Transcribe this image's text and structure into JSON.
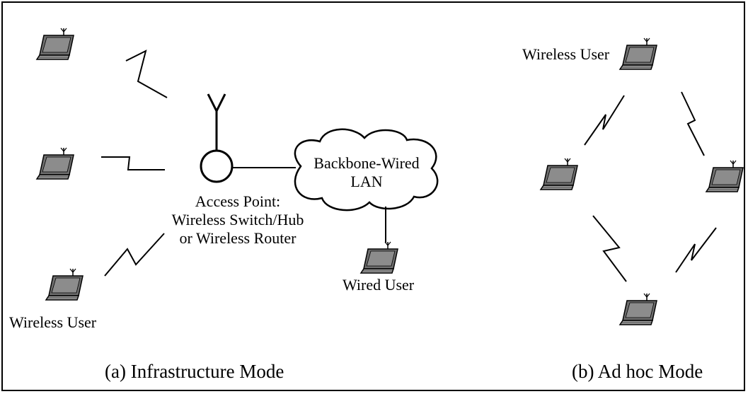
{
  "infrastructure": {
    "wireless_user_label": "Wireless User",
    "access_point_label_lines": [
      "Access Point:",
      "Wireless Switch/Hub",
      "or Wireless Router"
    ],
    "backbone_label_lines": [
      "Backbone-Wired",
      "LAN"
    ],
    "wired_user_label": "Wired User",
    "caption": "(a) Infrastructure Mode"
  },
  "adhoc": {
    "wireless_user_label": "Wireless User",
    "caption": "(b) Ad hoc Mode"
  },
  "icons": {
    "laptop": "laptop-icon",
    "antenna": "antenna-icon",
    "wireless_link": "lightning-link-icon",
    "cloud": "cloud-icon"
  },
  "colors": {
    "laptop_screen": "#6e6e6e",
    "laptop_body": "#8a8a8a",
    "stroke": "#000000",
    "background": "#ffffff"
  }
}
